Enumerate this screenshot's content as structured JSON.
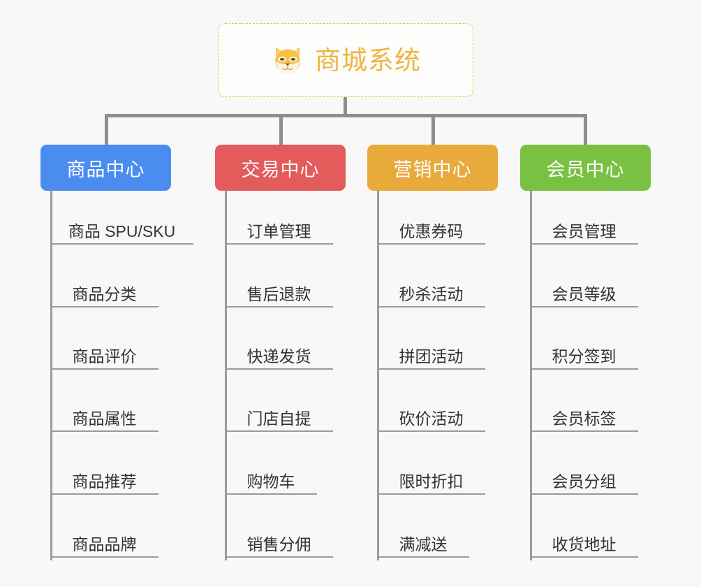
{
  "root": {
    "title": "商城系统",
    "icon": "shiba-dog-face-icon",
    "border_color": "#edb84a",
    "text_color": "#f0b441"
  },
  "columns": [
    {
      "header": "商品中心",
      "color": "#4a8cf0",
      "items": [
        "商品 SPU/SKU",
        "商品分类",
        "商品评价",
        "商品属性",
        "商品推荐",
        "商品品牌"
      ]
    },
    {
      "header": "交易中心",
      "color": "#e35b5b",
      "items": [
        "订单管理",
        "售后退款",
        "快递发货",
        "门店自提",
        "购物车",
        "销售分佣"
      ]
    },
    {
      "header": "营销中心",
      "color": "#e9aa3c",
      "items": [
        "优惠券码",
        "秒杀活动",
        "拼团活动",
        "砍价活动",
        "限时折扣",
        "满减送"
      ]
    },
    {
      "header": "会员中心",
      "color": "#7ac143",
      "items": [
        "会员管理",
        "会员等级",
        "积分签到",
        "会员标签",
        "会员分组",
        "收货地址"
      ]
    }
  ]
}
